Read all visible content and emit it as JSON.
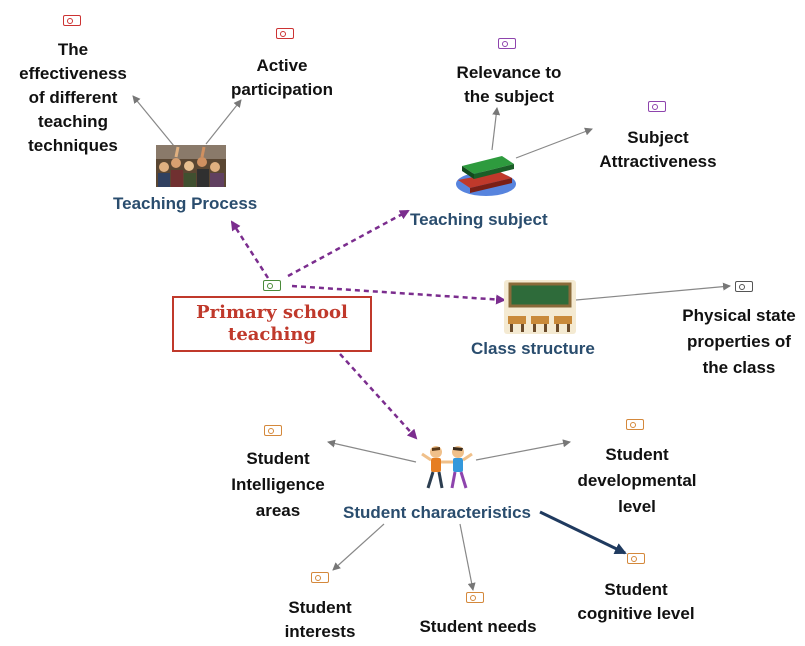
{
  "central": {
    "label": "Primary school\nteaching"
  },
  "branches": {
    "teaching_process": "Teaching Process",
    "teaching_subject": "Teaching subject",
    "class_structure": "Class structure",
    "student_characteristics": "Student characteristics"
  },
  "topics": {
    "effectiveness": "The\neffectiveness\nof different\nteaching\ntechniques",
    "active_participation": "Active\nparticipation",
    "relevance": "Relevance to\nthe subject",
    "attractiveness": "Subject\nAttractiveness",
    "physical_state": "Physical state\nproperties of\nthe class",
    "intelligence": "Student\nIntelligence\nareas",
    "developmental": "Student\ndevelopmental\nlevel",
    "interests": "Student\ninterests",
    "needs": "Student needs",
    "cognitive": "Student\ncognitive level"
  },
  "colors": {
    "dashed_link": "#7b2d8e",
    "thin_link": "#888888",
    "strong_link": "#1f3a5f",
    "branch_text": "#2a4d6e",
    "center_text": "#c0392b",
    "tag_red": "#cc3333",
    "tag_purple": "#8e44ad",
    "tag_orange": "#d4883b",
    "tag_gray": "#555555",
    "tag_green": "#4a8a3a"
  },
  "icons": [
    "audience-image",
    "books-icon",
    "classroom-icon",
    "children-icon",
    "note-tag-icon"
  ]
}
